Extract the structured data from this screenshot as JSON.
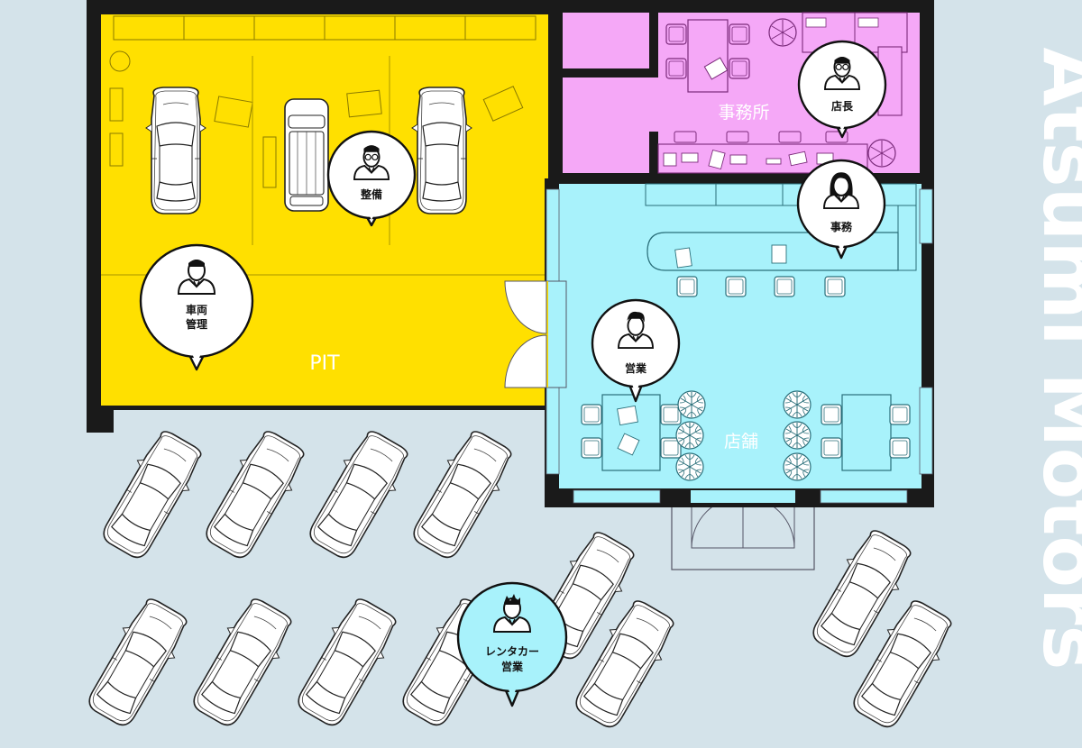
{
  "brand": {
    "text": "Atsumi Motors",
    "color": "#ffffff"
  },
  "colors": {
    "background": "#d4e3ea",
    "pit": "#ffe000",
    "office": "#f5a8f7",
    "store": "#a8f2fb",
    "wall": "#1a1a1a",
    "marker_default": "#ffffff",
    "marker_rental": "#a8f2fb"
  },
  "rooms": {
    "pit": "PIT",
    "office": "事務所",
    "store": "店舗"
  },
  "markers": [
    {
      "id": "seibi",
      "lines": [
        "整備"
      ],
      "icon": "mechanic-with-glasses-icon"
    },
    {
      "id": "sharyo",
      "lines": [
        "車両",
        "管理"
      ],
      "icon": "staff-in-uniform-icon"
    },
    {
      "id": "tencho",
      "lines": [
        "店長"
      ],
      "icon": "manager-with-glasses-icon"
    },
    {
      "id": "jimu",
      "lines": [
        "事務"
      ],
      "icon": "female-clerk-icon"
    },
    {
      "id": "eigyo",
      "lines": [
        "営業"
      ],
      "icon": "salesman-icon"
    },
    {
      "id": "rental",
      "lines": [
        "レンタカー",
        "営業"
      ],
      "icon": "rental-staff-icon"
    }
  ]
}
